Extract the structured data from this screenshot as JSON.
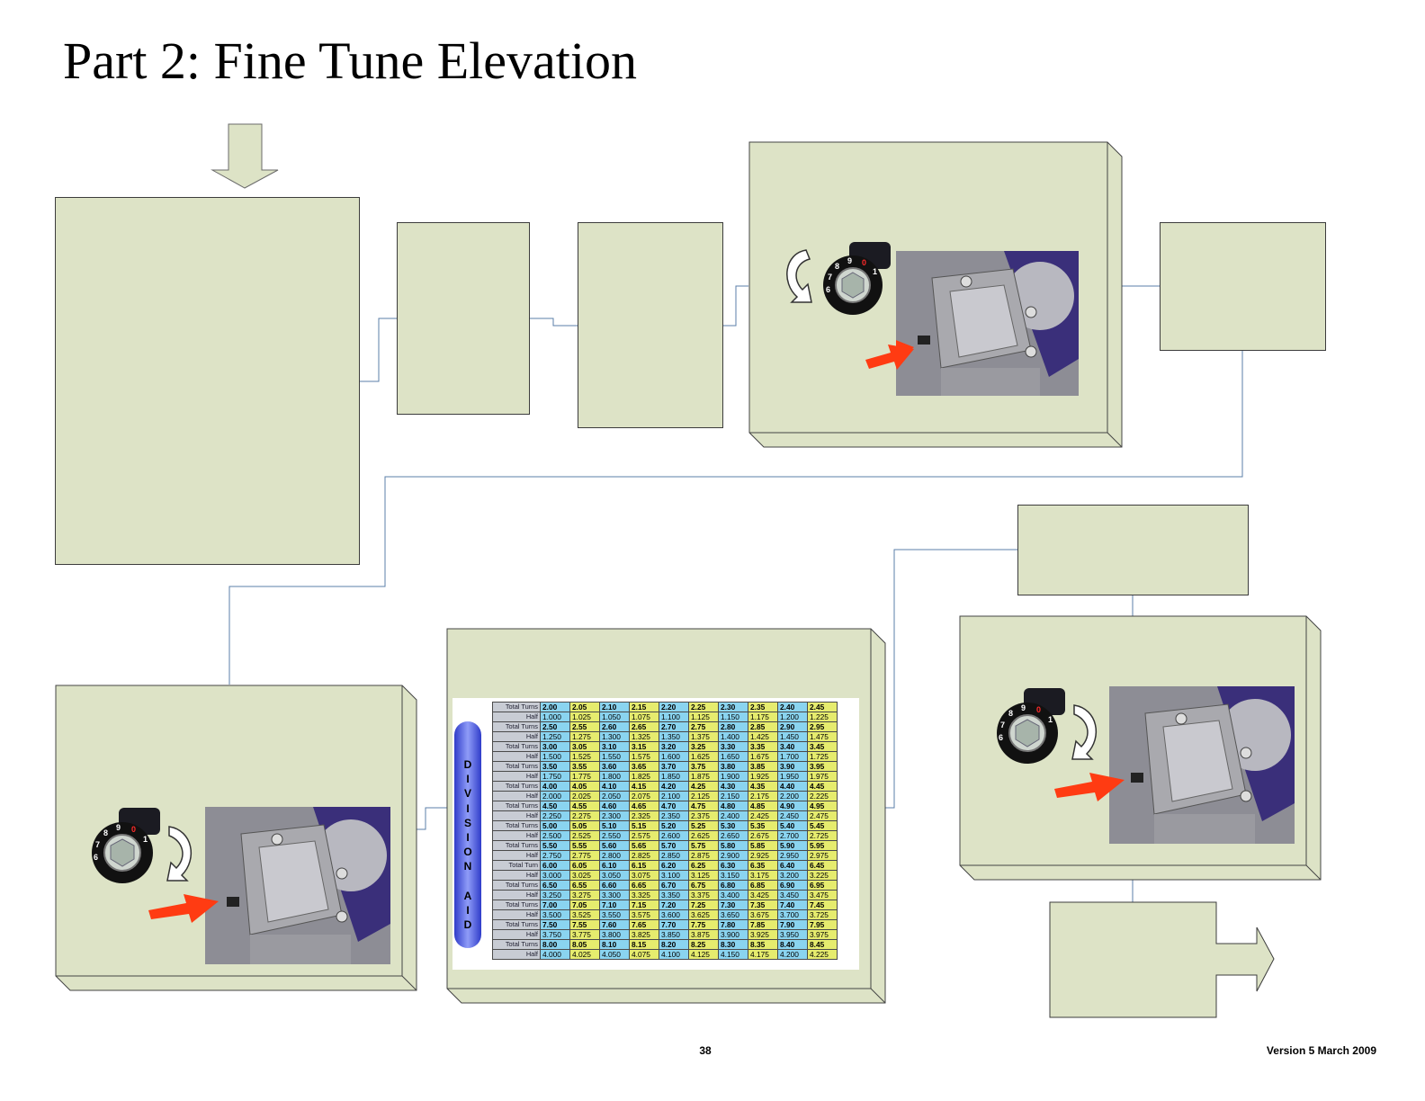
{
  "page": {
    "title": "Part 2: Fine Tune Elevation",
    "page_number": "38",
    "version": "Version 5 March 2009"
  },
  "colors": {
    "box_fill": "#dde3c6",
    "connector": "#5b7fa8",
    "accent_arrow": "#ff3b12",
    "division_bar": "#3b47d6"
  },
  "dials": [
    {
      "numbers": [
        "6",
        "7",
        "8",
        "9",
        "0",
        "1"
      ],
      "highlight": "0"
    },
    {
      "numbers": [
        "6",
        "7",
        "8",
        "9",
        "0",
        "1"
      ],
      "highlight": "0"
    },
    {
      "numbers": [
        "6",
        "7",
        "8",
        "9",
        "0",
        "1"
      ],
      "highlight": "0"
    }
  ],
  "division_aid": {
    "label": "D I V I S I O N   A I D",
    "letters": [
      "D",
      "I",
      "V",
      "I",
      "S",
      "I",
      "O",
      "N",
      "",
      "A",
      "I",
      "D"
    ],
    "row_label_top": "Total Turns",
    "row_label_top_alt": "Total Turn",
    "row_label_bottom": "Half",
    "rows": [
      {
        "turns": [
          "2.00",
          "2.05",
          "2.10",
          "2.15",
          "2.20",
          "2.25",
          "2.30",
          "2.35",
          "2.40",
          "2.45"
        ],
        "half": [
          "1.000",
          "1.025",
          "1.050",
          "1.075",
          "1.100",
          "1.125",
          "1.150",
          "1.175",
          "1.200",
          "1.225"
        ]
      },
      {
        "turns": [
          "2.50",
          "2.55",
          "2.60",
          "2.65",
          "2.70",
          "2.75",
          "2.80",
          "2.85",
          "2.90",
          "2.95"
        ],
        "half": [
          "1.250",
          "1.275",
          "1.300",
          "1.325",
          "1.350",
          "1.375",
          "1.400",
          "1.425",
          "1.450",
          "1.475"
        ]
      },
      {
        "turns": [
          "3.00",
          "3.05",
          "3.10",
          "3.15",
          "3.20",
          "3.25",
          "3.30",
          "3.35",
          "3.40",
          "3.45"
        ],
        "half": [
          "1.500",
          "1.525",
          "1.550",
          "1.575",
          "1.600",
          "1.625",
          "1.650",
          "1.675",
          "1.700",
          "1.725"
        ]
      },
      {
        "turns": [
          "3.50",
          "3.55",
          "3.60",
          "3.65",
          "3.70",
          "3.75",
          "3.80",
          "3.85",
          "3.90",
          "3.95"
        ],
        "half": [
          "1.750",
          "1.775",
          "1.800",
          "1.825",
          "1.850",
          "1.875",
          "1.900",
          "1.925",
          "1.950",
          "1.975"
        ]
      },
      {
        "turns": [
          "4.00",
          "4.05",
          "4.10",
          "4.15",
          "4.20",
          "4.25",
          "4.30",
          "4.35",
          "4.40",
          "4.45"
        ],
        "half": [
          "2.000",
          "2.025",
          "2.050",
          "2.075",
          "2.100",
          "2.125",
          "2.150",
          "2.175",
          "2.200",
          "2.225"
        ]
      },
      {
        "turns": [
          "4.50",
          "4.55",
          "4.60",
          "4.65",
          "4.70",
          "4.75",
          "4.80",
          "4.85",
          "4.90",
          "4.95"
        ],
        "half": [
          "2.250",
          "2.275",
          "2.300",
          "2.325",
          "2.350",
          "2.375",
          "2.400",
          "2.425",
          "2.450",
          "2.475"
        ]
      },
      {
        "turns": [
          "5.00",
          "5.05",
          "5.10",
          "5.15",
          "5.20",
          "5.25",
          "5.30",
          "5.35",
          "5.40",
          "5.45"
        ],
        "half": [
          "2.500",
          "2.525",
          "2.550",
          "2.575",
          "2.600",
          "2.625",
          "2.650",
          "2.675",
          "2.700",
          "2.725"
        ]
      },
      {
        "turns": [
          "5.50",
          "5.55",
          "5.60",
          "5.65",
          "5.70",
          "5.75",
          "5.80",
          "5.85",
          "5.90",
          "5.95"
        ],
        "half": [
          "2.750",
          "2.775",
          "2.800",
          "2.825",
          "2.850",
          "2.875",
          "2.900",
          "2.925",
          "2.950",
          "2.975"
        ]
      },
      {
        "turns": [
          "6.00",
          "6.05",
          "6.10",
          "6.15",
          "6.20",
          "6.25",
          "6.30",
          "6.35",
          "6.40",
          "6.45"
        ],
        "half": [
          "3.000",
          "3.025",
          "3.050",
          "3.075",
          "3.100",
          "3.125",
          "3.150",
          "3.175",
          "3.200",
          "3.225"
        ],
        "alt_label": true
      },
      {
        "turns": [
          "6.50",
          "6.55",
          "6.60",
          "6.65",
          "6.70",
          "6.75",
          "6.80",
          "6.85",
          "6.90",
          "6.95"
        ],
        "half": [
          "3.250",
          "3.275",
          "3.300",
          "3.325",
          "3.350",
          "3.375",
          "3.400",
          "3.425",
          "3.450",
          "3.475"
        ]
      },
      {
        "turns": [
          "7.00",
          "7.05",
          "7.10",
          "7.15",
          "7.20",
          "7.25",
          "7.30",
          "7.35",
          "7.40",
          "7.45"
        ],
        "half": [
          "3.500",
          "3.525",
          "3.550",
          "3.575",
          "3.600",
          "3.625",
          "3.650",
          "3.675",
          "3.700",
          "3.725"
        ]
      },
      {
        "turns": [
          "7.50",
          "7.55",
          "7.60",
          "7.65",
          "7.70",
          "7.75",
          "7.80",
          "7.85",
          "7.90",
          "7.95"
        ],
        "half": [
          "3.750",
          "3.775",
          "3.800",
          "3.825",
          "3.850",
          "3.875",
          "3.900",
          "3.925",
          "3.950",
          "3.975"
        ]
      },
      {
        "turns": [
          "8.00",
          "8.05",
          "8.10",
          "8.15",
          "8.20",
          "8.25",
          "8.30",
          "8.35",
          "8.40",
          "8.45"
        ],
        "half": [
          "4.000",
          "4.025",
          "4.050",
          "4.075",
          "4.100",
          "4.125",
          "4.150",
          "4.175",
          "4.200",
          "4.225"
        ]
      }
    ]
  }
}
